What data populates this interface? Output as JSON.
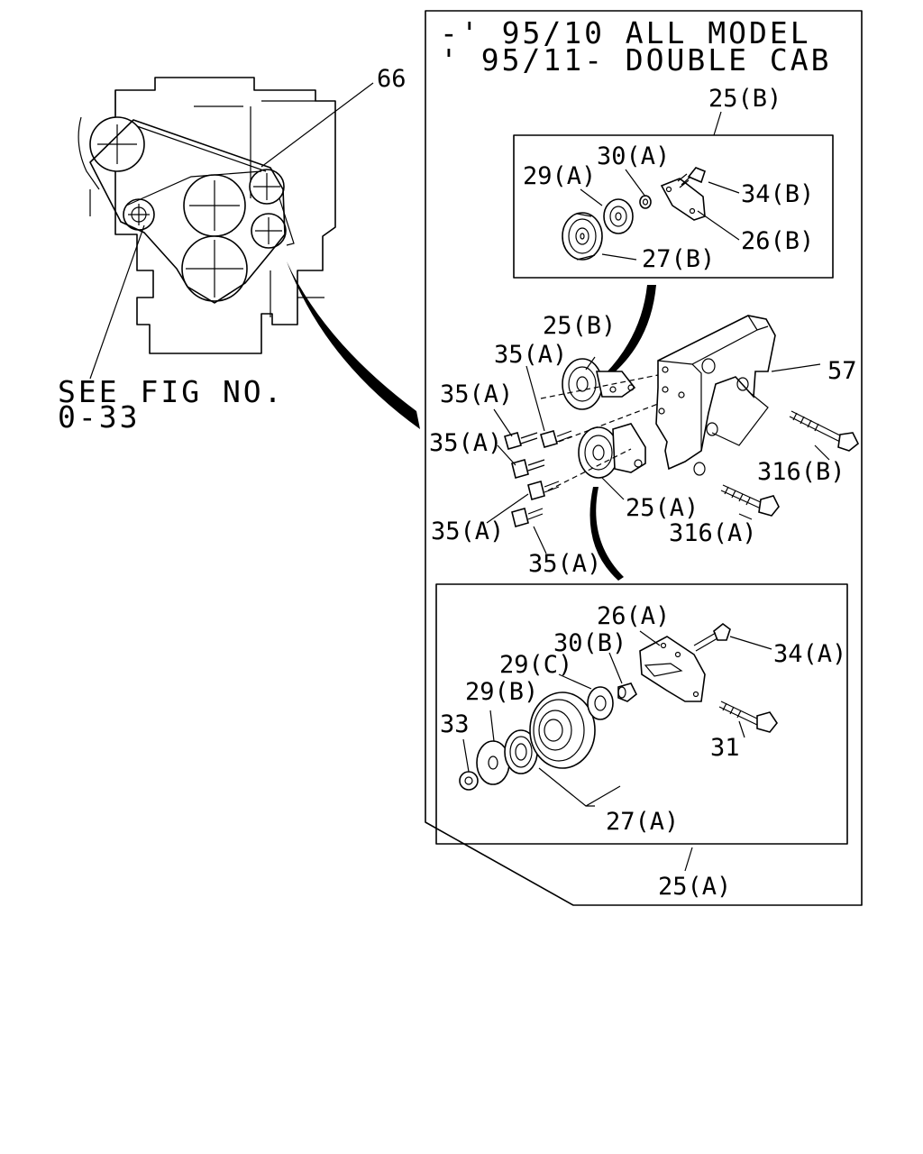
{
  "header": {
    "line1": "-' 95/10 ALL MODEL",
    "line2": "' 95/11- DOUBLE CAB"
  },
  "reference": {
    "line1": "SEE FIG NO.",
    "line2": "0-33"
  },
  "labels": {
    "p66": "66",
    "p25b_top": "25(B)",
    "p30a": "30(A)",
    "p29a": "29(A)",
    "p34b": "34(B)",
    "p26b": "26(B)",
    "p27b": "27(B)",
    "p25b_mid": "25(B)",
    "p35a_1": "35(A)",
    "p35a_2": "35(A)",
    "p35a_3": "35(A)",
    "p35a_4": "35(A)",
    "p35a_5": "35(A)",
    "p57": "57",
    "p316b": "316(B)",
    "p25a_mid": "25(A)",
    "p316a": "316(A)",
    "p26a": "26(A)",
    "p30b": "30(B)",
    "p34a": "34(A)",
    "p29c": "29(C)",
    "p29b": "29(B)",
    "p33": "33",
    "p31": "31",
    "p27a": "27(A)",
    "p25a_bot": "25(A)"
  }
}
